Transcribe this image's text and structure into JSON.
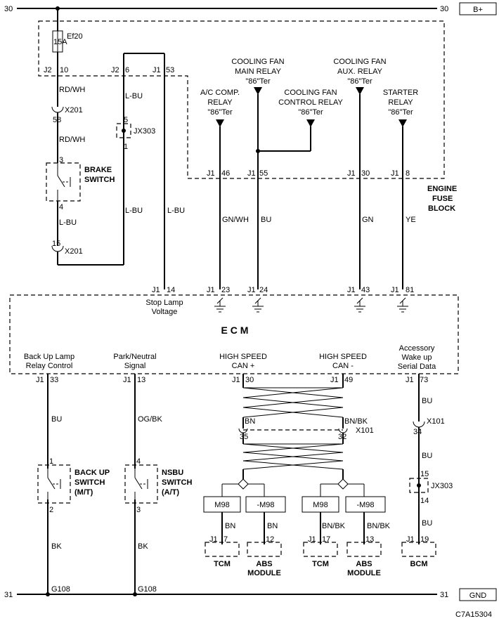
{
  "rails": {
    "top_num": "30",
    "top_label": "B+",
    "bottom_num": "31",
    "bottom_label": "GND"
  },
  "fuse": {
    "name": "Ef20",
    "rating": "15A"
  },
  "fuse_block": {
    "line1": "ENGINE",
    "line2": "FUSE",
    "line3": "BLOCK"
  },
  "block_pins": {
    "j2_10": {
      "conn": "J2",
      "pin": "10"
    },
    "j2_6": {
      "conn": "J2",
      "pin": "6"
    },
    "j1_53": {
      "conn": "J1",
      "pin": "53"
    },
    "j1_46": {
      "conn": "J1",
      "pin": "46"
    },
    "j1_55": {
      "conn": "J1",
      "pin": "55"
    },
    "j1_30": {
      "conn": "J1",
      "pin": "30"
    },
    "j1_8": {
      "conn": "J1",
      "pin": "8"
    }
  },
  "relays": {
    "ac": {
      "l1": "A/C COMP.",
      "l2": "RELAY",
      "l3": "\"86\"Ter"
    },
    "main": {
      "l1": "COOLING FAN",
      "l2": "MAIN RELAY",
      "l3": "\"86\"Ter"
    },
    "control": {
      "l1": "COOLING FAN",
      "l2": "CONTROL RELAY",
      "l3": "\"86\"Ter"
    },
    "aux": {
      "l1": "COOLING FAN",
      "l2": "AUX. RELAY",
      "l3": "\"86\"Ter"
    },
    "starter": {
      "l1": "STARTER",
      "l2": "RELAY",
      "l3": "\"86\"Ter"
    }
  },
  "wires": {
    "rdwh1": "RD/WH",
    "rdwh2": "RD/WH",
    "lbu1": "L-BU",
    "lbu2": "L-BU",
    "lbu3": "L-BU",
    "lbu4": "L-BU",
    "gnwh": "GN/WH",
    "bu_55": "BU",
    "gn": "GN",
    "ye": "YE",
    "bu_33": "BU",
    "bk_33": "BK",
    "ogbk": "OG/BK",
    "bk_13": "BK",
    "bn": "BN",
    "bnbk": "BN/BK",
    "bu_73": "BU",
    "bu_73b": "BU",
    "bu_73c": "BU",
    "bn_tcm": "BN",
    "bn_abs": "BN",
    "bnbk_tcm": "BN/BK",
    "bnbk_abs": "BN/BK"
  },
  "connectors": {
    "x201_top": "X201",
    "x201_top_pin": "58",
    "x201_bot": "X201",
    "x201_bot_pin": "15",
    "jx303_top": "JX303",
    "jx303_top_p1": "5",
    "jx303_top_p2": "1",
    "x101_can": "X101",
    "x101_can_p1": "35",
    "x101_can_p2": "32",
    "x101_bcm": "X101",
    "x101_bcm_pin": "34",
    "jx303_bot": "JX303",
    "jx303_bot_p1": "15",
    "jx303_bot_p2": "14"
  },
  "brake_switch": {
    "l1": "BRAKE",
    "l2": "SWITCH",
    "p1": "3",
    "p2": "4"
  },
  "backup_switch": {
    "l1": "BACK UP",
    "l2": "SWITCH",
    "l3": "(M/T)",
    "p1": "1",
    "p2": "2"
  },
  "nsbu_switch": {
    "l1": "NSBU",
    "l2": "SWITCH",
    "l3": "(A/T)",
    "p1": "4",
    "p2": "3"
  },
  "ecm": {
    "title": "E C M",
    "stop_lamp_1": "Stop Lamp",
    "stop_lamp_2": "Voltage",
    "backup_1": "Back Up Lamp",
    "backup_2": "Relay Control",
    "park_1": "Park/Neutral",
    "park_2": "Signal",
    "cp_1": "HIGH SPEED",
    "cp_2": "CAN +",
    "cm_1": "HIGH SPEED",
    "cm_2": "CAN -",
    "acc_1": "Accessory",
    "acc_2": "Wake up",
    "acc_3": "Serial Data",
    "pins_top": {
      "p14": {
        "conn": "J1",
        "pin": "14"
      },
      "p23": {
        "conn": "J1",
        "pin": "23"
      },
      "p24": {
        "conn": "J1",
        "pin": "24"
      },
      "p43": {
        "conn": "J1",
        "pin": "43"
      },
      "p81": {
        "conn": "J1",
        "pin": "81"
      }
    },
    "pins_bottom": {
      "p33": {
        "conn": "J1",
        "pin": "33"
      },
      "p13": {
        "conn": "J1",
        "pin": "13"
      },
      "p30": {
        "conn": "J1",
        "pin": "30"
      },
      "p49": {
        "conn": "J1",
        "pin": "49"
      },
      "p73": {
        "conn": "J1",
        "pin": "73"
      }
    }
  },
  "options": {
    "m98": "M98",
    "not_m98": "-M98"
  },
  "modules": {
    "tcm1": {
      "name": "TCM",
      "conn": "J1",
      "pin": "7"
    },
    "abs1": {
      "name1": "ABS",
      "name2": "MODULE",
      "pin": "12"
    },
    "tcm2": {
      "name": "TCM",
      "conn": "J1",
      "pin": "17"
    },
    "abs2": {
      "name1": "ABS",
      "name2": "MODULE",
      "pin": "13"
    },
    "bcm": {
      "name": "BCM",
      "conn": "J1",
      "pin": "19"
    }
  },
  "grounds": {
    "g1": "G108",
    "g2": "G108"
  },
  "figure_code": "C7A15304"
}
